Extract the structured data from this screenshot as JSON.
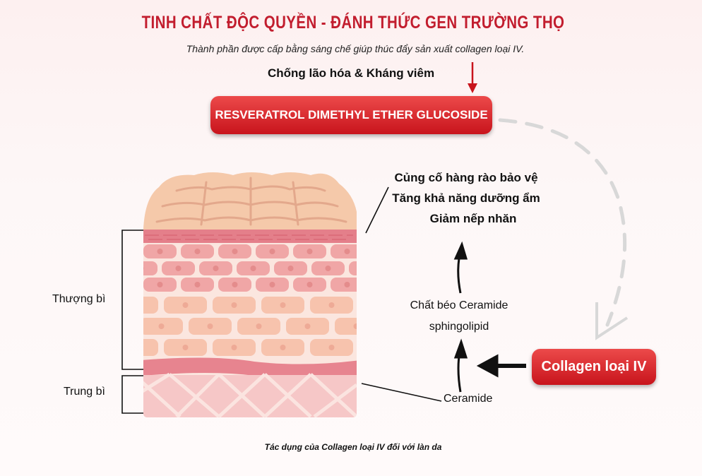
{
  "header": {
    "title": "TINH CHẤT ĐỘC QUYỀN - ĐÁNH THỨC GEN TRƯỜNG THỌ",
    "subtitle": "Thành phần được cấp bằng sáng chế giúp thúc đẩy sản xuất collagen loại IV.",
    "effect": "Chống lão hóa & Kháng viêm"
  },
  "ingredient_button": "RESVERATROL DIMETHYL ETHER GLUCOSIDE",
  "collagen_button": "Collagen loại IV",
  "benefits": [
    "Củng cố hàng rào bảo vệ",
    "Tăng khả năng dưỡng ẩm",
    "Giảm nếp nhăn"
  ],
  "layers": {
    "epidermis": "Thượng bì",
    "dermis": "Trung bì"
  },
  "flow": {
    "ceramide_fat_1": "Chất béo Ceramide",
    "ceramide_fat_2": "sphingolipid",
    "ceramide": "Ceramide"
  },
  "caption": "Tác dụng của Collagen loại IV đối với làn da",
  "colors": {
    "accent": "#c21d2e",
    "button": "#d62128"
  }
}
